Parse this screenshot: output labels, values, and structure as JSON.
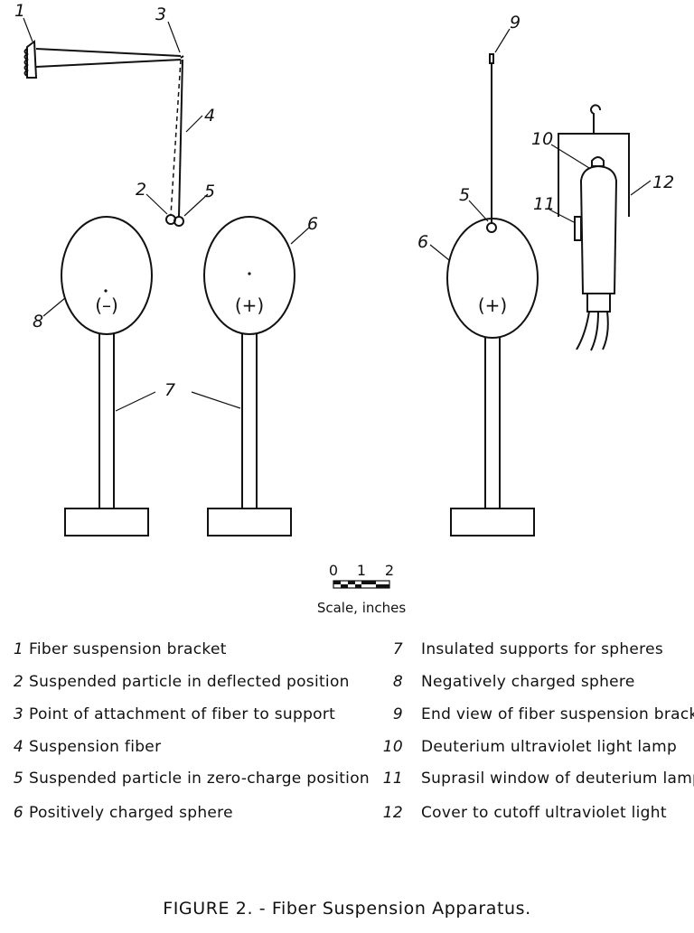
{
  "callouts": {
    "n1": "1",
    "n2": "2",
    "n3": "3",
    "n4": "4",
    "n5a": "5",
    "n6a": "6",
    "n7": "7",
    "n8": "8",
    "n9": "9",
    "n5b": "5",
    "n6b": "6",
    "n10": "10",
    "n11": "11",
    "n12": "12"
  },
  "signs": {
    "negative": "(–)",
    "positive_a": "(+)",
    "positive_b": "(+)"
  },
  "scale": {
    "ticks": [
      "0",
      "1",
      "2"
    ],
    "caption": "Scale, inches"
  },
  "legend": {
    "left": [
      {
        "num": "1",
        "text": "Fiber suspension bracket"
      },
      {
        "num": "2",
        "text": "Suspended particle in deflected position"
      },
      {
        "num": "3",
        "text": "Point of attachment of fiber to support"
      },
      {
        "num": "4",
        "text": "Suspension fiber"
      },
      {
        "num": "5",
        "text": "Suspended particle in zero-charge position"
      },
      {
        "num": "6",
        "text": "Positively charged sphere"
      }
    ],
    "right": [
      {
        "num": "7",
        "text": "Insulated supports for spheres"
      },
      {
        "num": "8",
        "text": "Negatively charged sphere"
      },
      {
        "num": "9",
        "text": "End view of fiber suspension bracket"
      },
      {
        "num": "10",
        "text": "Deuterium ultraviolet light lamp"
      },
      {
        "num": "11",
        "text": "Suprasil window of deuterium lamp"
      },
      {
        "num": "12",
        "text": "Cover to cutoff ultraviolet light"
      }
    ]
  },
  "caption": "FIGURE 2. - Fiber Suspension Apparatus."
}
